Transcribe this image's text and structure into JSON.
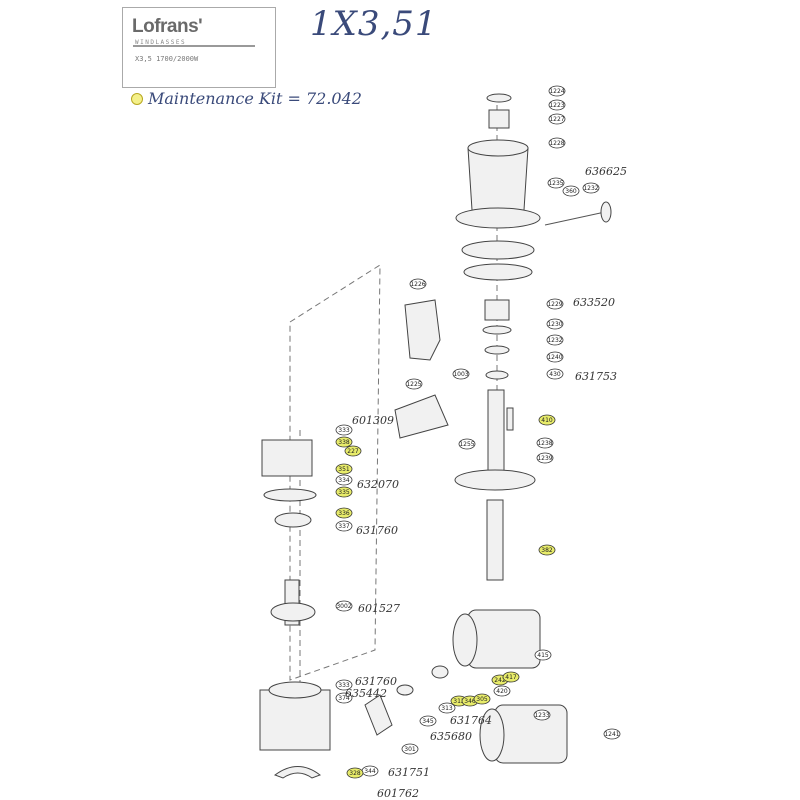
{
  "header": {
    "brand": "Lofrans'",
    "brand_tagline": "WINDLASSES",
    "model_line": "X3,5 1700/2000W"
  },
  "handwritten": {
    "top_note": "1X3,51",
    "maintenance_note": "Maintenance Kit = 72.042"
  },
  "part_labels": [
    "1224",
    "1223",
    "1227",
    "1228",
    "1235",
    "360",
    "1232",
    "1229",
    "1230",
    "1232",
    "1240",
    "1003",
    "430",
    "1226",
    "1225",
    "1238",
    "1239",
    "1255",
    "410",
    "382",
    "1233",
    "333",
    "338",
    "227",
    "351",
    "334",
    "335",
    "336",
    "337",
    "3002",
    "333",
    "374",
    "312",
    "346",
    "305",
    "313",
    "345",
    "301",
    "344",
    "328",
    "420",
    "242",
    "417",
    "415",
    "1241"
  ],
  "part_colors": {
    "highlight": "#e8ec6a",
    "plain": "#ffffff"
  },
  "handwritten_refs": [
    "636625",
    "633520",
    "631753",
    "601309",
    "632070",
    "631760",
    "601527",
    "631760",
    "635442",
    "631764",
    "635680",
    "631751",
    "601762"
  ]
}
